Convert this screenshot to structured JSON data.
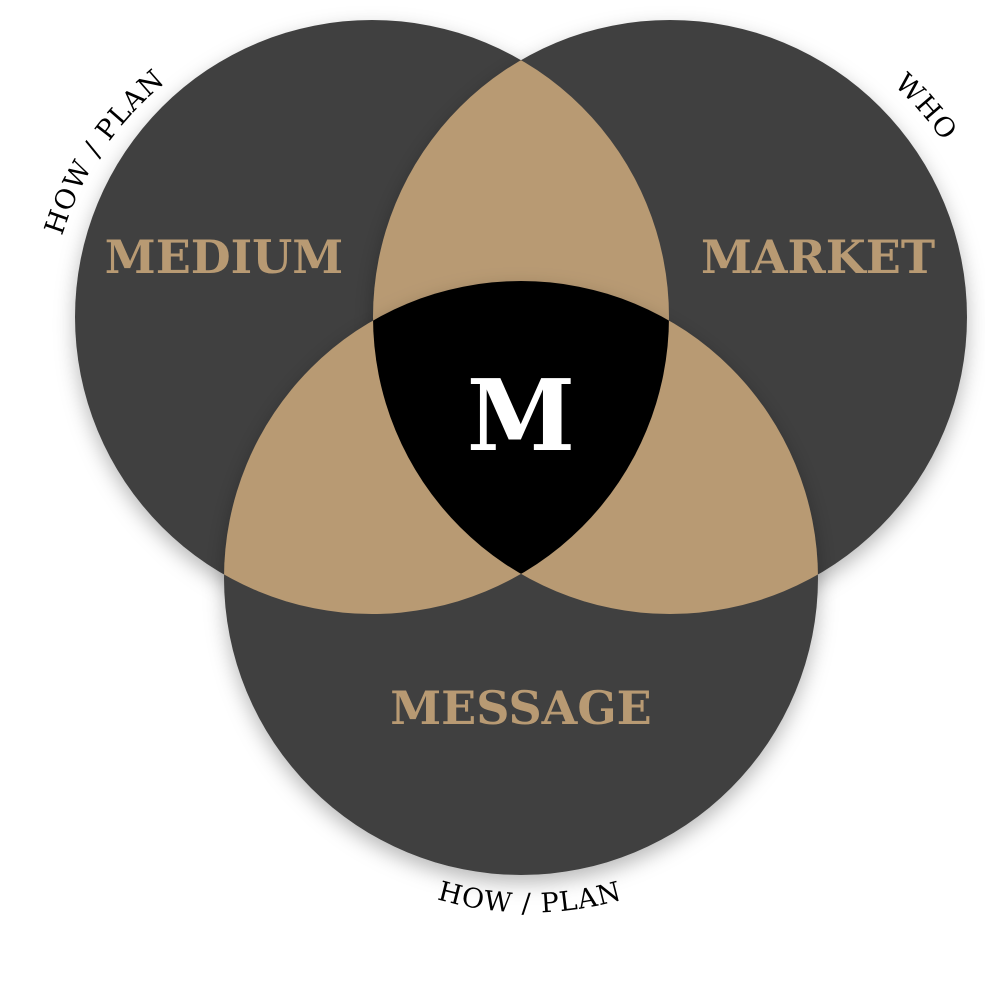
{
  "diagram": {
    "sets": [
      {
        "id": "medium",
        "label": "MEDIUM"
      },
      {
        "id": "market",
        "label": "MARKET"
      },
      {
        "id": "message",
        "label": "MESSAGE"
      }
    ],
    "center": {
      "label": "M"
    },
    "outer_labels": {
      "medium": "HOW / PLAN",
      "market": "WHO",
      "message": "HOW / PLAN"
    }
  },
  "colors": {
    "circle": "#414141",
    "pair_overlap": "#b89a73",
    "triple_overlap": "#000000",
    "set_label": "#b89a73",
    "center_label": "#ffffff",
    "outer_label": "#000000"
  }
}
